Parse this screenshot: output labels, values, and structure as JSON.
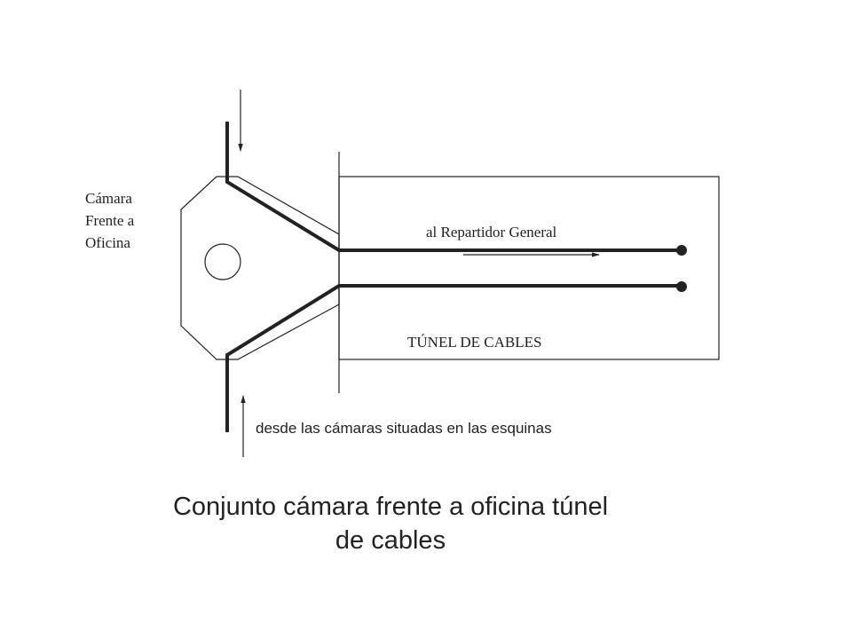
{
  "labels": {
    "chamber_line1": "Cámara",
    "chamber_line2": "Frente a",
    "chamber_line3": "Oficina",
    "to_distributor": "al Repartidor General",
    "cable_tunnel": "TÚNEL DE CABLES",
    "from_corners": "desde las cámaras situadas en las esquinas"
  },
  "caption": {
    "line1": "Conjunto cámara frente a oficina túnel",
    "line2": "de cables"
  },
  "colors": {
    "ink": "#222222",
    "background": "#ffffff"
  }
}
